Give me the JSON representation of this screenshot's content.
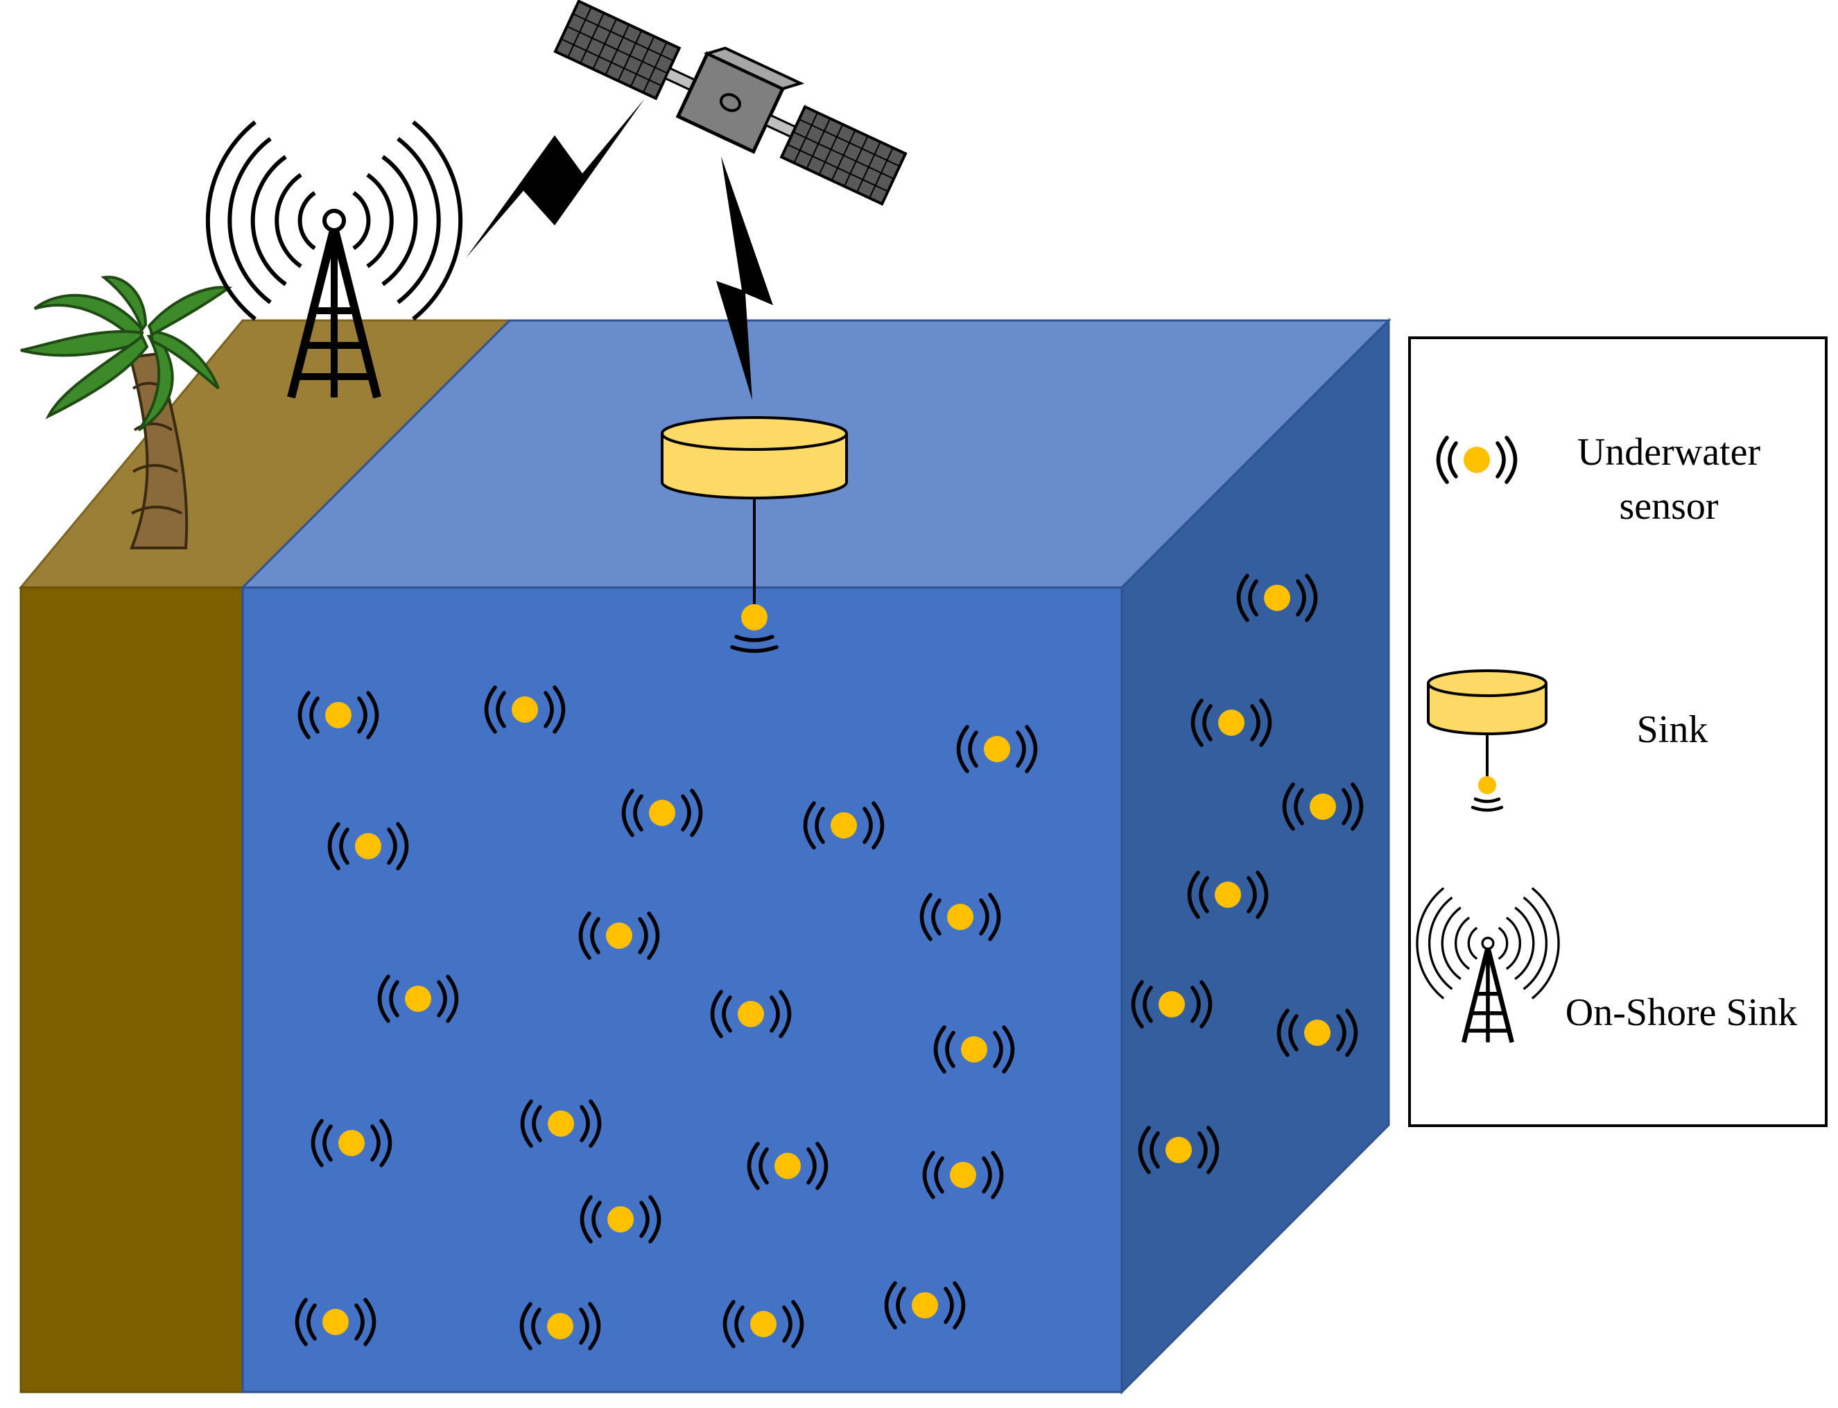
{
  "legend": {
    "underwater_sensor_line1": "Underwater",
    "underwater_sensor_line2": "sensor",
    "sink": "Sink",
    "on_shore_sink": "On-Shore Sink"
  },
  "colors": {
    "water_front": "#4472c4",
    "water_top": "#698ccd",
    "water_side": "#355e9f",
    "land_front": "#7f6000",
    "land_top": "#9c7f37",
    "sensor_fill": "#ffc000",
    "sink_fill": "#fdd965",
    "palm_leaf": "#3d8a2a",
    "palm_trunk": "#8a6a3a",
    "satellite_body": "#7f7f7f"
  },
  "icons": {
    "sensor": "underwater-sensor-icon",
    "sink": "sink-buoy-icon",
    "tower": "radio-tower-icon",
    "satellite": "satellite-icon",
    "tree": "palm-tree-icon",
    "link": "lightning-link-icon"
  }
}
